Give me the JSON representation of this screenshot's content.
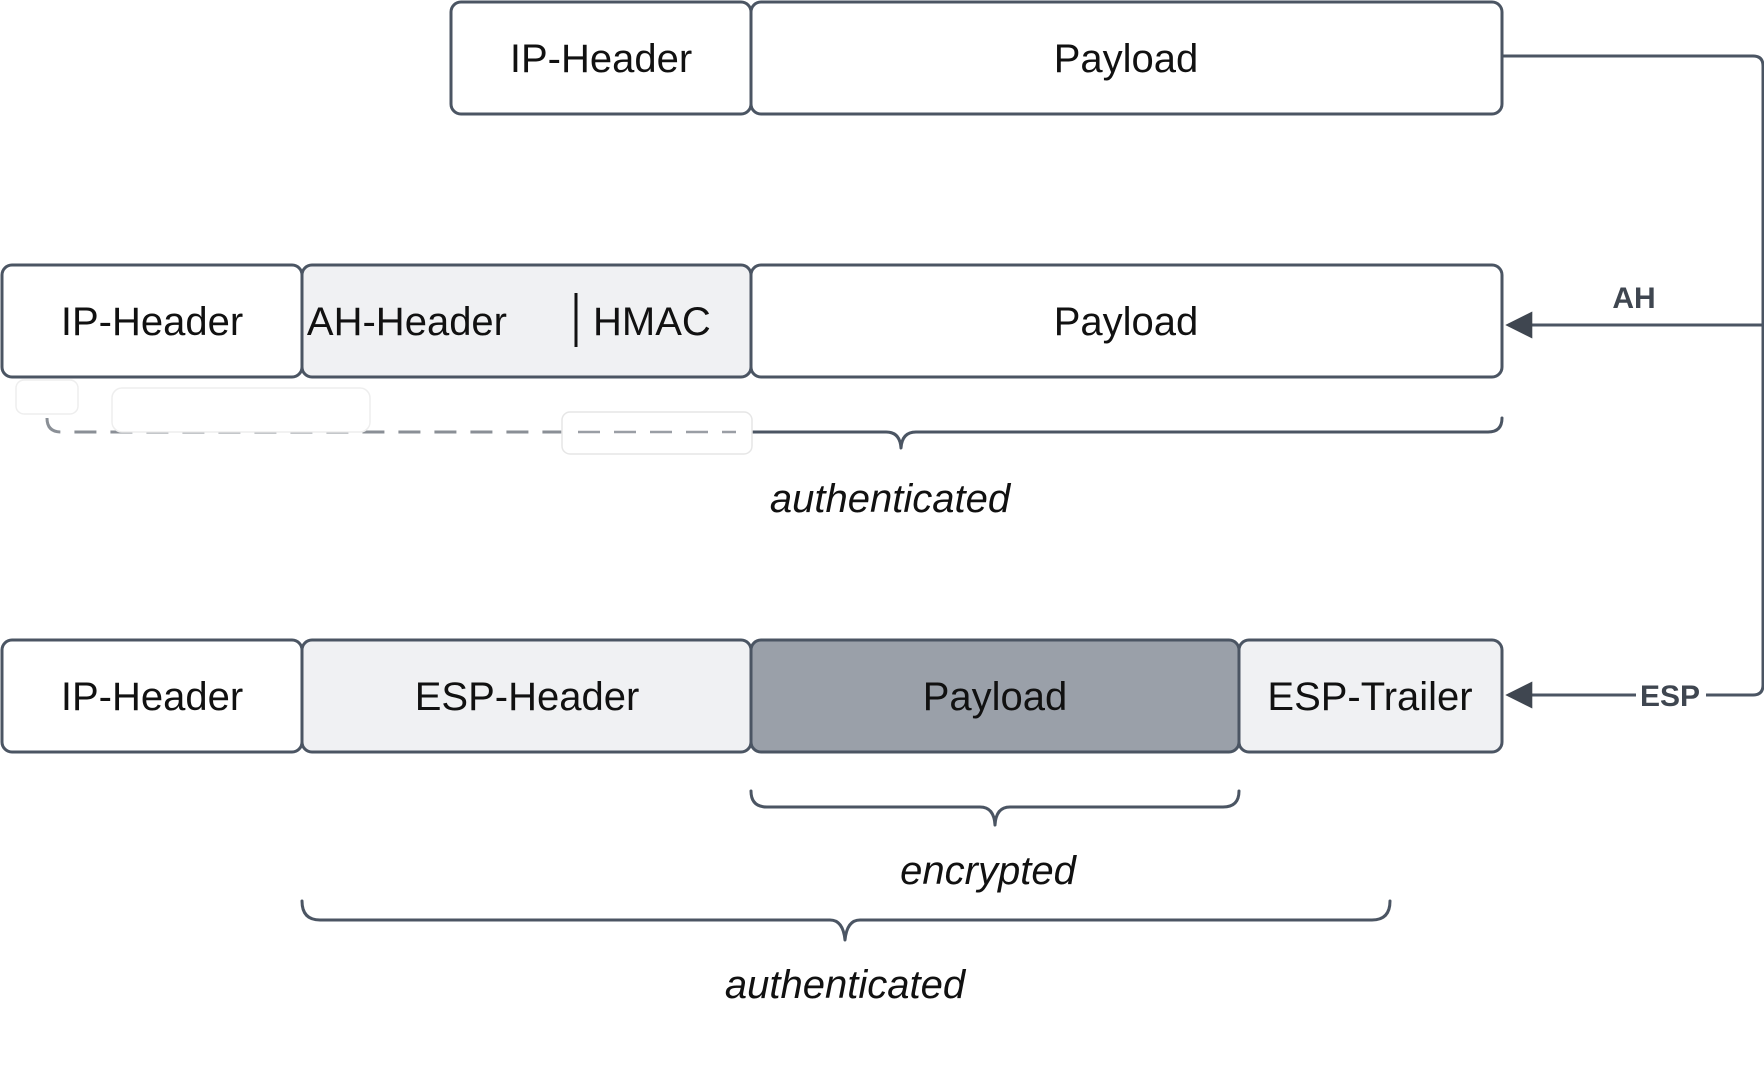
{
  "original_packet": {
    "ip_header": "IP-Header",
    "payload": "Payload"
  },
  "ah_packet": {
    "ip_header": "IP-Header",
    "ah_header": "AH-Header",
    "hmac": "HMAC",
    "payload": "Payload",
    "authenticated_label": "authenticated"
  },
  "esp_packet": {
    "ip_header": "IP-Header",
    "esp_header": "ESP-Header",
    "payload": "Payload",
    "esp_trailer": "ESP-Trailer",
    "encrypted_label": "encrypted",
    "authenticated_label": "authenticated"
  },
  "arrows": {
    "ah": "AH",
    "esp": "ESP"
  },
  "colors": {
    "stroke": "#4b5563",
    "light_fill": "#f0f1f3",
    "dark_fill": "#9aa0a9"
  }
}
